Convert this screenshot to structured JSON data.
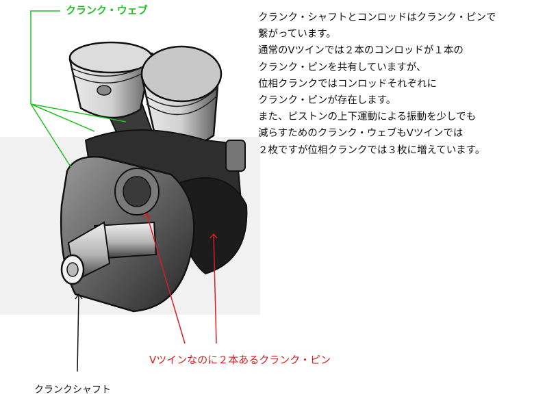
{
  "labels": {
    "crank_web": "クランク・ウェブ",
    "crank_pins": "Vツインなのに２本あるクランク・ピン",
    "crankshaft": "クランクシャフト"
  },
  "notes": [
    "クランク・シャフトとコンロッドはクランク・ピンで",
    "繋がっています。",
    "通常のVツインでは２本のコンロッドが１本の",
    "クランク・ピンを共有していますが、",
    "位相クランクではコンロッドそれぞれに",
    "クランク・ピンが存在します。",
    "また、ピストンの上下運動による振動を少しでも",
    "減らすためのクランク・ウェブもVツインでは",
    "２枚ですが位相クランクでは３枚に増えています。"
  ],
  "colors": {
    "web_label": "#22c022",
    "pin_label": "#d42020",
    "shaft_label": "#111111"
  }
}
